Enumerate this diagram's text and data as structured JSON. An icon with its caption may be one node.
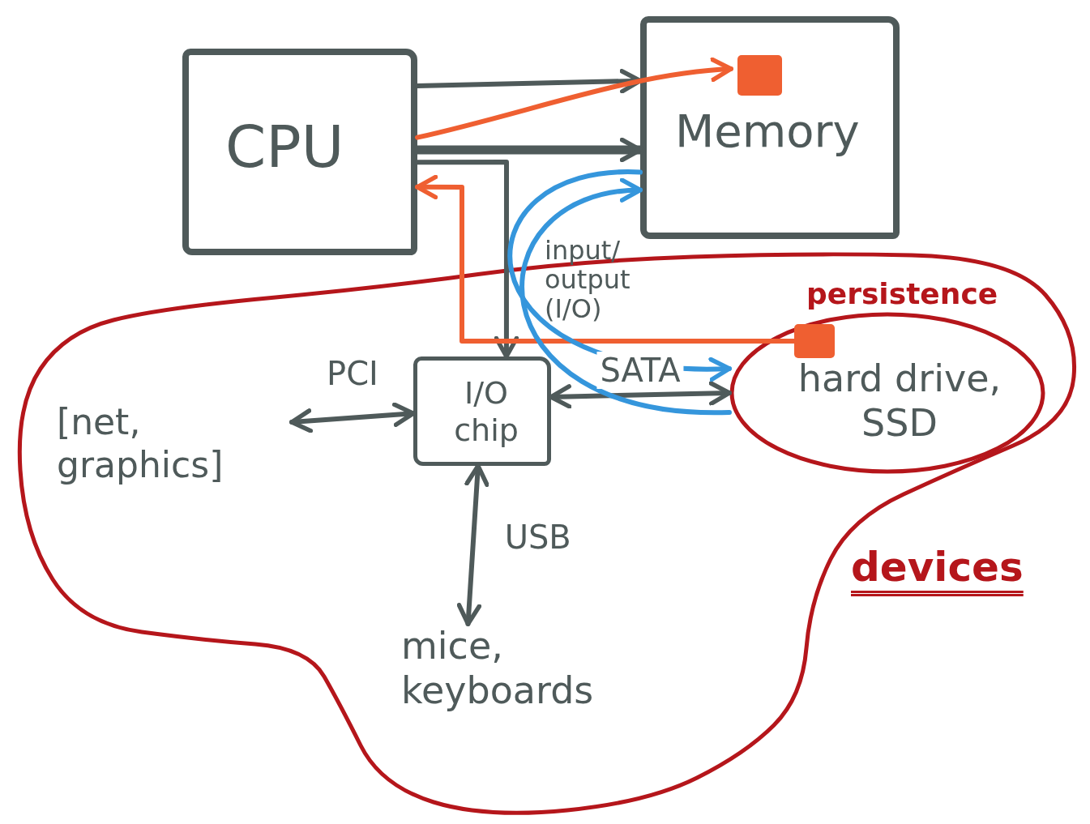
{
  "diagram": {
    "nodes": [
      {
        "text": [
          "CPU"
        ]
      },
      {
        "text": [
          "Memory"
        ]
      },
      {
        "text": [],
        "shape": "box",
        "in": 1
      },
      {
        "text": [
          "devices"
        ]
      },
      {
        "text": [
          "[net, graphics]"
        ],
        "in": 3
      },
      {
        "text": [
          "I/O chip"
        ],
        "in": 3
      },
      {
        "text": [
          "mice, keyboards"
        ],
        "in": 3
      },
      {
        "text": [
          "persistence",
          "hard drive, SSD"
        ],
        "in": 3
      },
      {
        "text": [],
        "shape": "box",
        "in": 7
      }
    ],
    "edges": [
      {
        "from": 0,
        "to": 1,
        "arrow": "to"
      },
      {
        "from": 0,
        "to": 1,
        "arrow": "to",
        "style": "thick"
      },
      {
        "from": 0,
        "to": 5,
        "arrow": "to"
      },
      {
        "from": 5,
        "to": 4,
        "arrow": "both",
        "label": "PCI"
      },
      {
        "from": 5,
        "to": 7,
        "arrow": "both",
        "label": "SATA"
      },
      {
        "from": 5,
        "to": 6,
        "arrow": "both",
        "label": "USB"
      },
      {
        "from": 0,
        "to": 2,
        "arrow": "to",
        "color": "#ef5f31"
      },
      {
        "from": 8,
        "to": 0,
        "arrow": "to",
        "color": "#ef5f31"
      },
      {
        "from": 1,
        "to": 7,
        "arrow": "to",
        "color": "#3596dc"
      },
      {
        "from": 7,
        "to": 1,
        "arrow": "to",
        "color": "#3596dc"
      }
    ],
    "labels": [
      "input/ output (I/O)"
    ]
  }
}
